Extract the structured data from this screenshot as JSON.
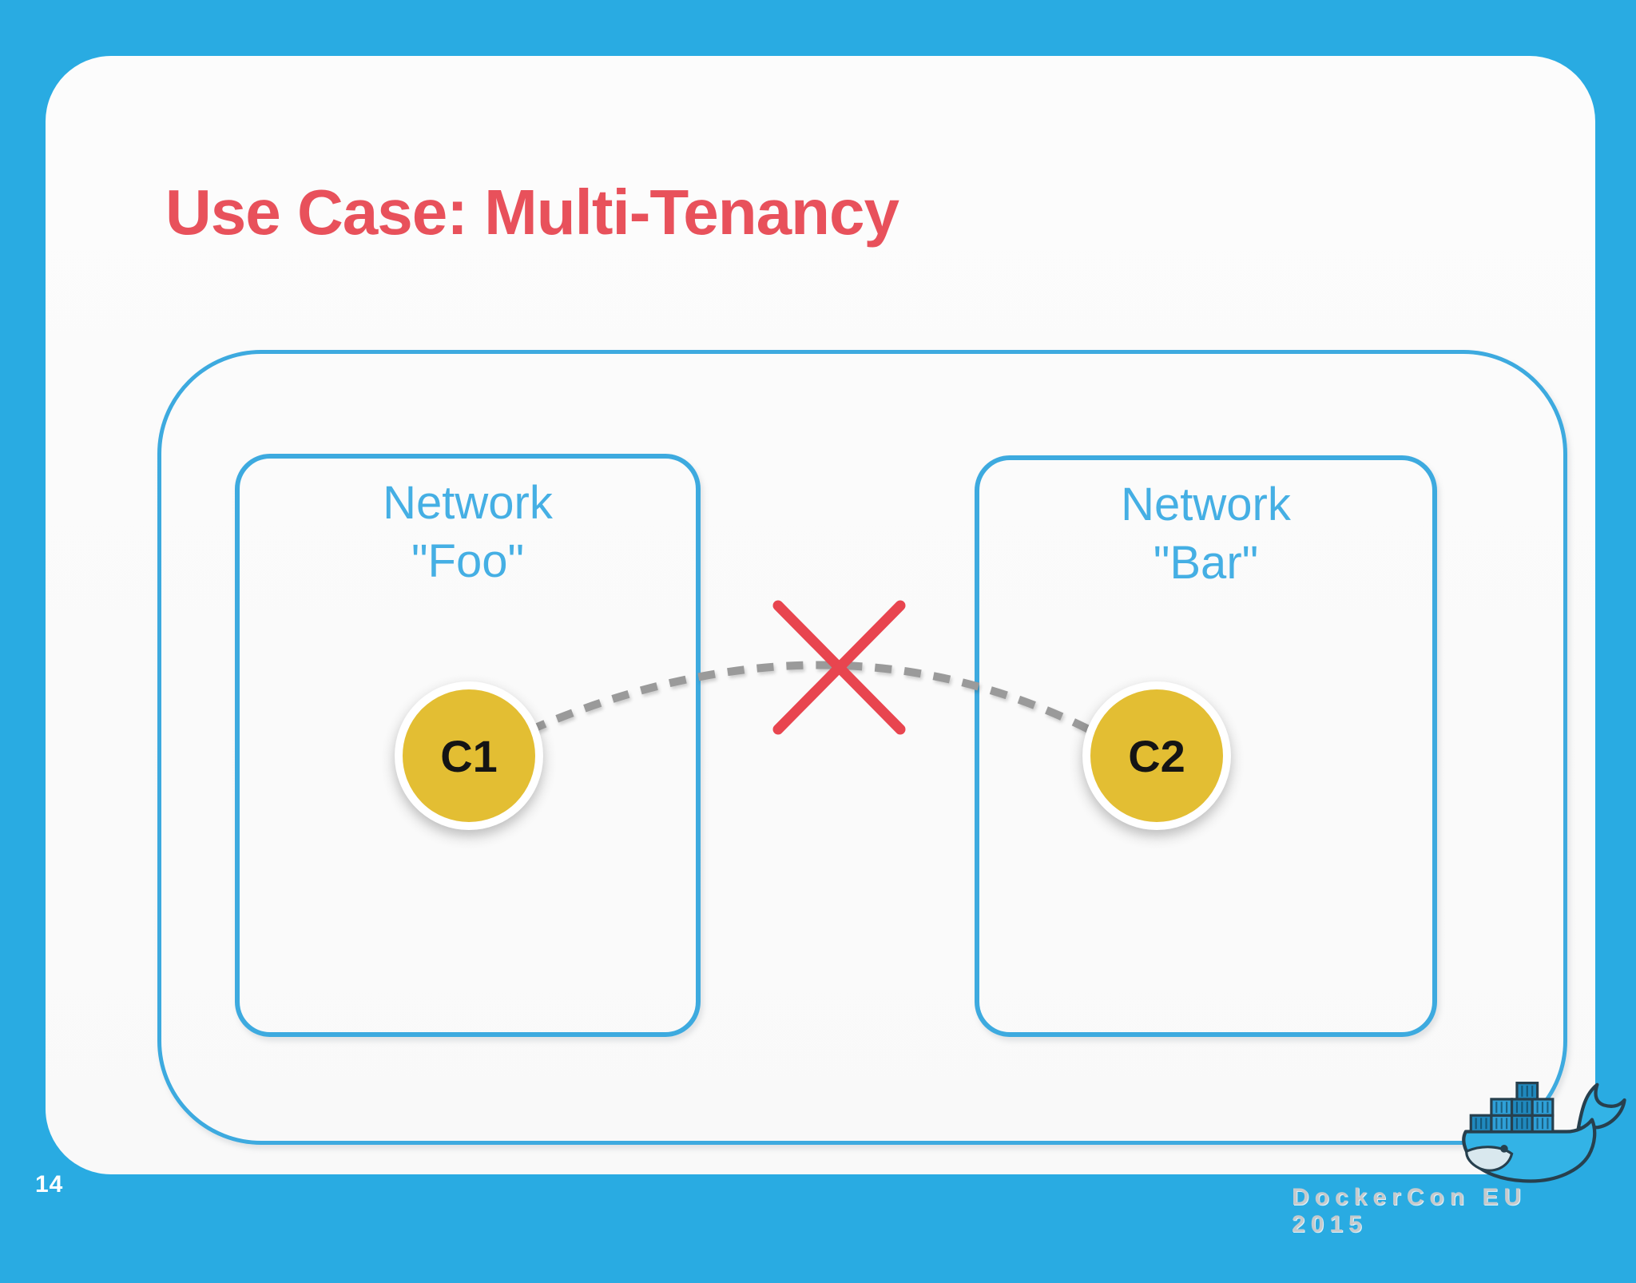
{
  "slide": {
    "title": "Use Case: Multi-Tenancy",
    "page_number": "14",
    "watermark": "DockerCon EU 2015"
  },
  "diagram": {
    "networks": [
      {
        "name_line1": "Network",
        "name_line2": "\"Foo\"",
        "container_label": "C1"
      },
      {
        "name_line1": "Network",
        "name_line2": "\"Bar\"",
        "container_label": "C2"
      }
    ],
    "connection": {
      "style": "dashed",
      "status": "blocked"
    }
  },
  "icons": {
    "blocked": "red-x-icon",
    "logo": "docker-whale-icon"
  },
  "colors": {
    "frame_cyan": "#29ABE2",
    "box_border_blue": "#3DAADF",
    "network_label_blue": "#45AFE4",
    "title_red": "#E8515B",
    "cross_red": "#E8454F",
    "container_yellow": "#E3BE33",
    "dash_gray": "#9A9A9A",
    "watermark_gray": "#C6CACC",
    "slide_background": "#FBFBFB"
  }
}
